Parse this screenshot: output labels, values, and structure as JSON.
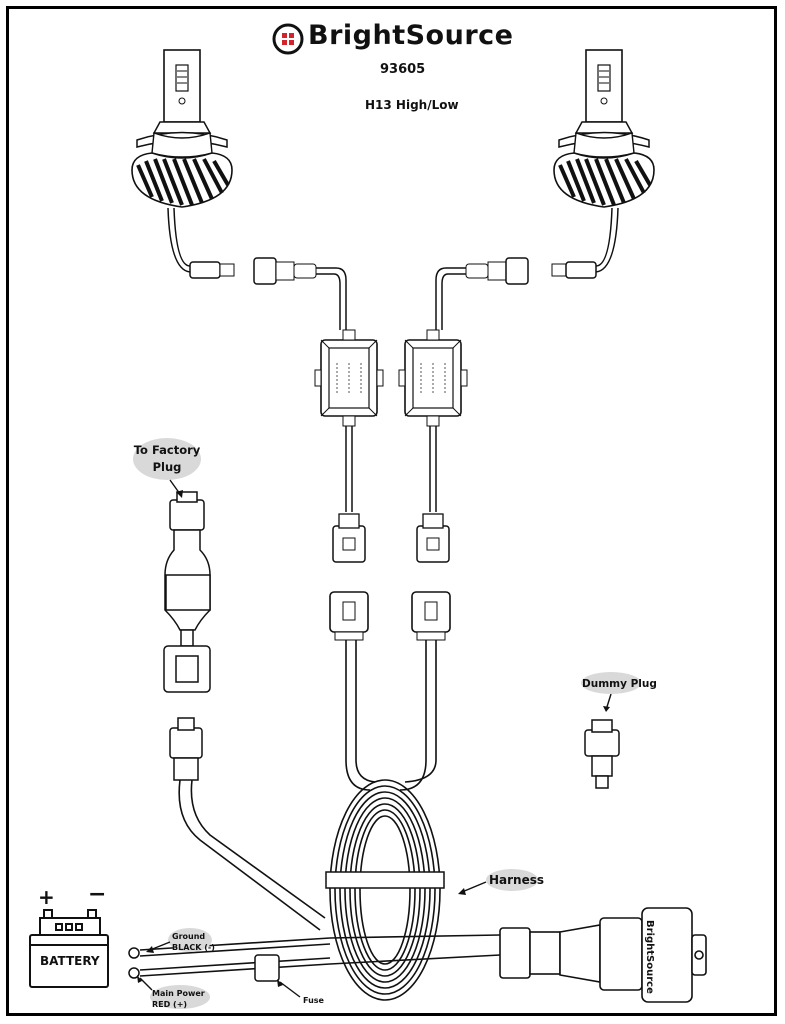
{
  "header": {
    "brand": "BrightSource",
    "part_number": "93605",
    "subtitle": "H13 High/Low"
  },
  "labels": {
    "to_factory_plug": "To Factory Plug",
    "dummy_plug": "Dummy Plug",
    "harness": "Harness",
    "ground": "Ground BLACK (-)",
    "main_power": "Main Power RED (+)",
    "fuse": "Fuse",
    "battery": "BATTERY",
    "battery_plus": "+",
    "battery_minus": "−",
    "connector_brand": "BrightSource"
  },
  "colors": {
    "logo_red": "#d2232a",
    "line": "#111111",
    "label_bubble": "#d9d9d9"
  }
}
